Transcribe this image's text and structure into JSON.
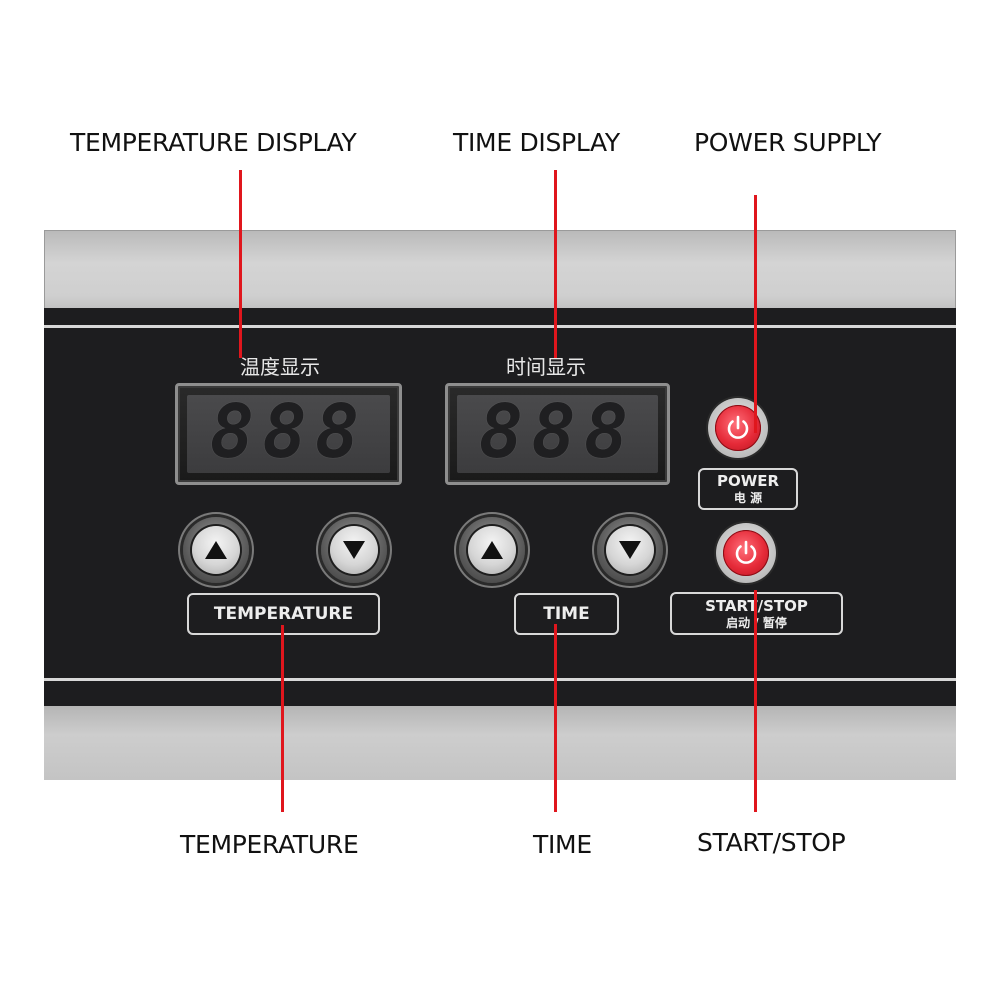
{
  "callouts": {
    "temperature_display": "TEMPERATURE DISPLAY",
    "time_display": "TIME DISPLAY",
    "power_supply": "POWER SUPPLY",
    "temperature": "TEMPERATURE",
    "time": "TIME",
    "start_stop": "START/STOP"
  },
  "panel": {
    "temperature_display_cn": "温度显示",
    "time_display_cn": "时间显示",
    "temperature_digits": "888",
    "time_digits": "888",
    "temperature_button_label": "TEMPERATURE",
    "time_button_label": "TIME",
    "power_label": "POWER",
    "power_label_cn": "电 源",
    "start_stop_label": "START/STOP",
    "start_stop_label_cn": "启动 / 暂停"
  },
  "icons": {
    "up": "triangle-up-icon",
    "down": "triangle-down-icon",
    "power": "power-icon"
  },
  "colors": {
    "leader_line": "#e0161d",
    "panel": "#1d1d1f",
    "power_button": "#e52a38"
  }
}
